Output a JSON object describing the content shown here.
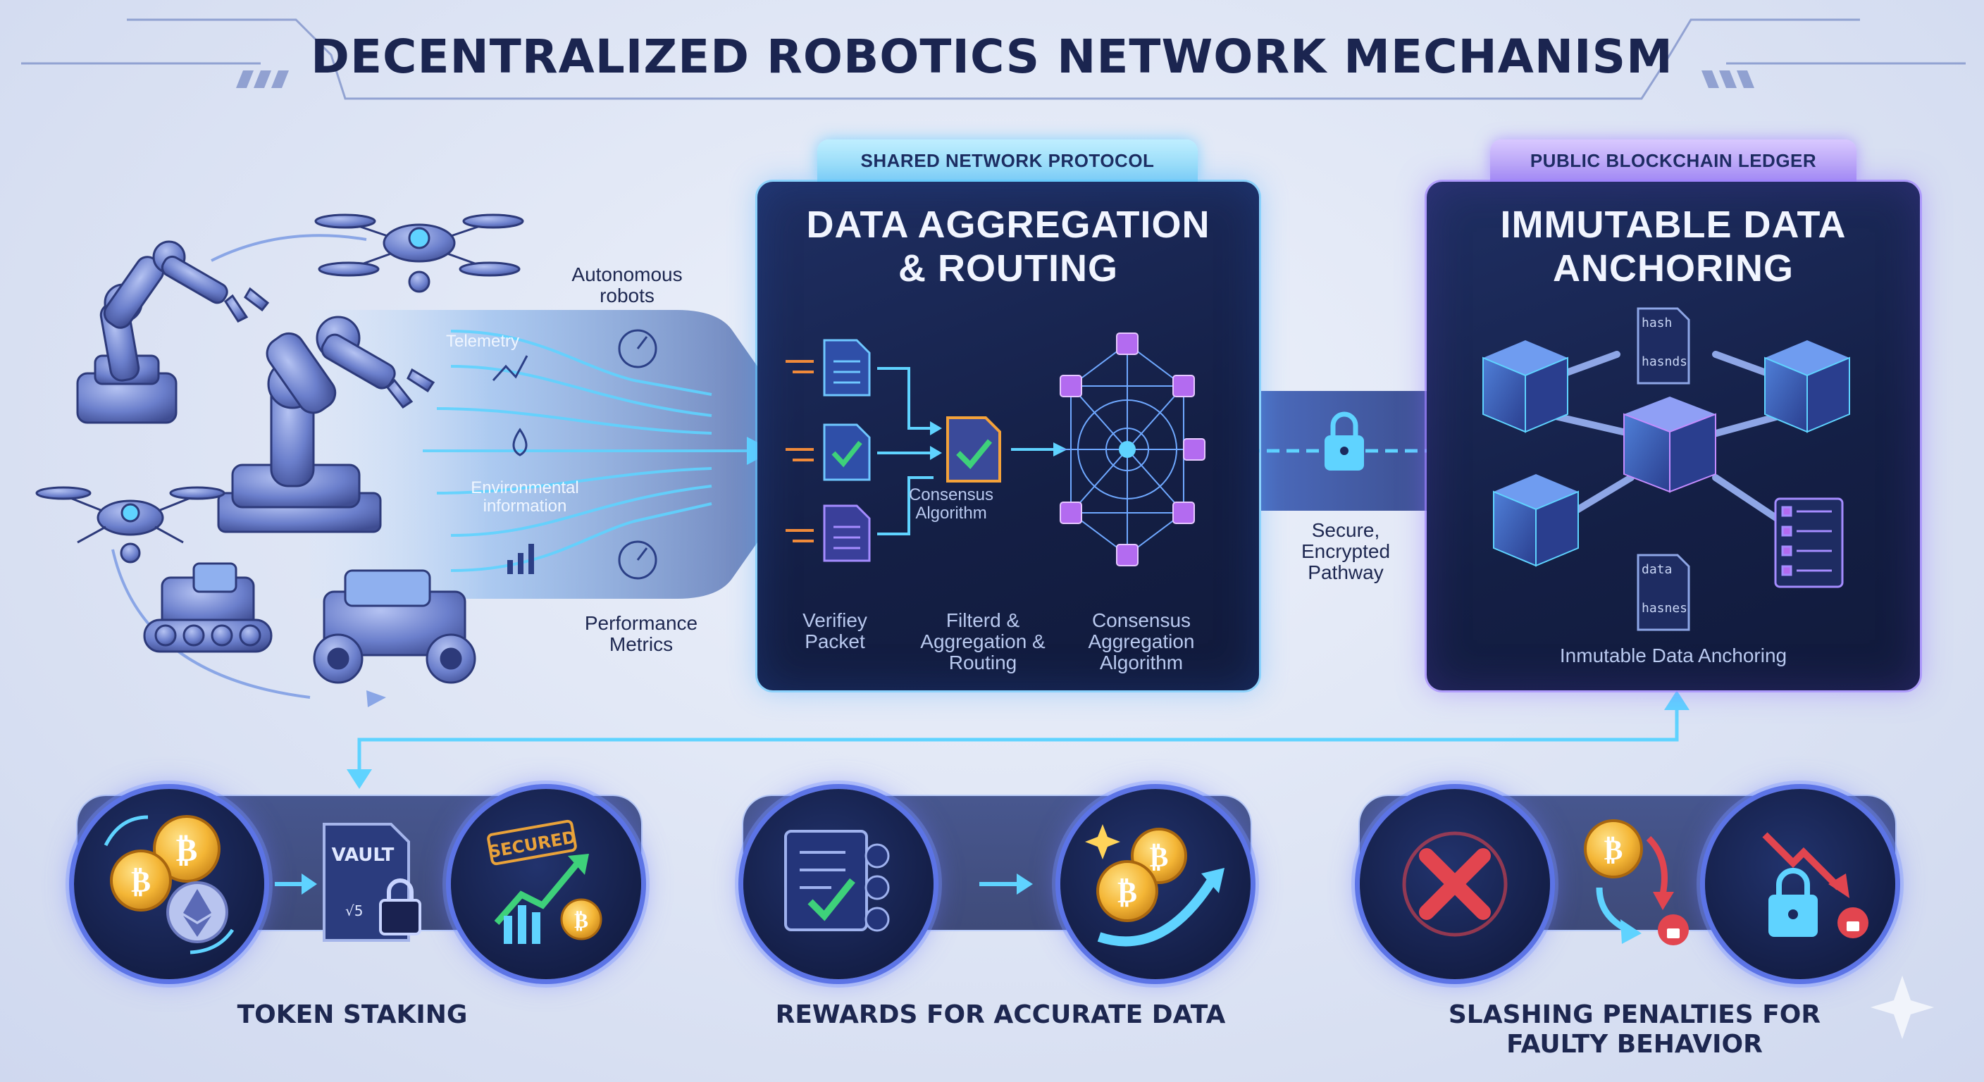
{
  "title": "DECENTRALIZED ROBOTICS NETWORK MECHANISM",
  "inputs": {
    "autonomous_robots": "Autonomous robots",
    "telemetry": "Telemetry",
    "environmental": "Environmental information",
    "performance": "Performance Metrics"
  },
  "protocol_panel": {
    "tab": "SHARED NETWORK PROTOCOL",
    "title_line1": "DATA AGGREGATION",
    "title_line2": "& ROUTING",
    "consensus_inner": "Consensus Algorithm",
    "steps": [
      "Verifiey Packet",
      "Filterd & Aggregation & Routing",
      "Consensus Aggregation Algorithm"
    ]
  },
  "pathway": {
    "label": "Secure, Encrypted Pathway"
  },
  "ledger_panel": {
    "tab": "PUBLIC BLOCKCHAIN LEDGER",
    "title_line1": "IMMUTABLE DATA",
    "title_line2": "ANCHORING",
    "caption": "Inmutable Data Anchoring",
    "doc1_line1": "hash",
    "doc1_line2": "hasnds",
    "doc2_line1": "data",
    "doc2_line2": "hasnes"
  },
  "incentives": {
    "staking": "TOKEN STAKING",
    "vault": "VAULT",
    "secured": "SECURED",
    "rewards": "REWARDS FOR ACCURATE DATA",
    "slashing_line1": "SLASHING PENALTIES FOR",
    "slashing_line2": "FAULTY BEHAVIOR"
  },
  "colors": {
    "accent_cyan": "#5fd3ff",
    "accent_violet": "#a58cff",
    "panel_bg": "#16224b",
    "coin_gold": "#f4b636",
    "check_green": "#3ed17a",
    "penalty_red": "#e2454f"
  }
}
